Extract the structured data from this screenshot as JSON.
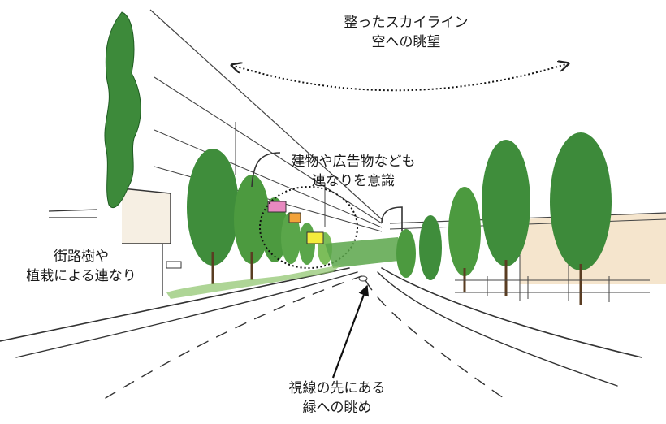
{
  "annotations": {
    "skyline": {
      "line1": "整ったスカイライン",
      "line2": "空への眺望"
    },
    "buildings": {
      "line1": "建物や広告物なども",
      "line2": "連なりを意識"
    },
    "street_trees": {
      "line1": "街路樹や",
      "line2": "植栽による連なり"
    },
    "green_view": {
      "line1": "視線の先にある",
      "line2": "緑への眺め"
    }
  },
  "colors": {
    "tree_dark": "#2f7a34",
    "tree_mid": "#4c9a3f",
    "tree_light": "#7cbd5a",
    "ink": "#333333",
    "billboard_pink": "#e889c0",
    "billboard_orange": "#f2a33a",
    "billboard_yellow": "#f4ec3c",
    "building_tan": "#f3dfc0"
  }
}
